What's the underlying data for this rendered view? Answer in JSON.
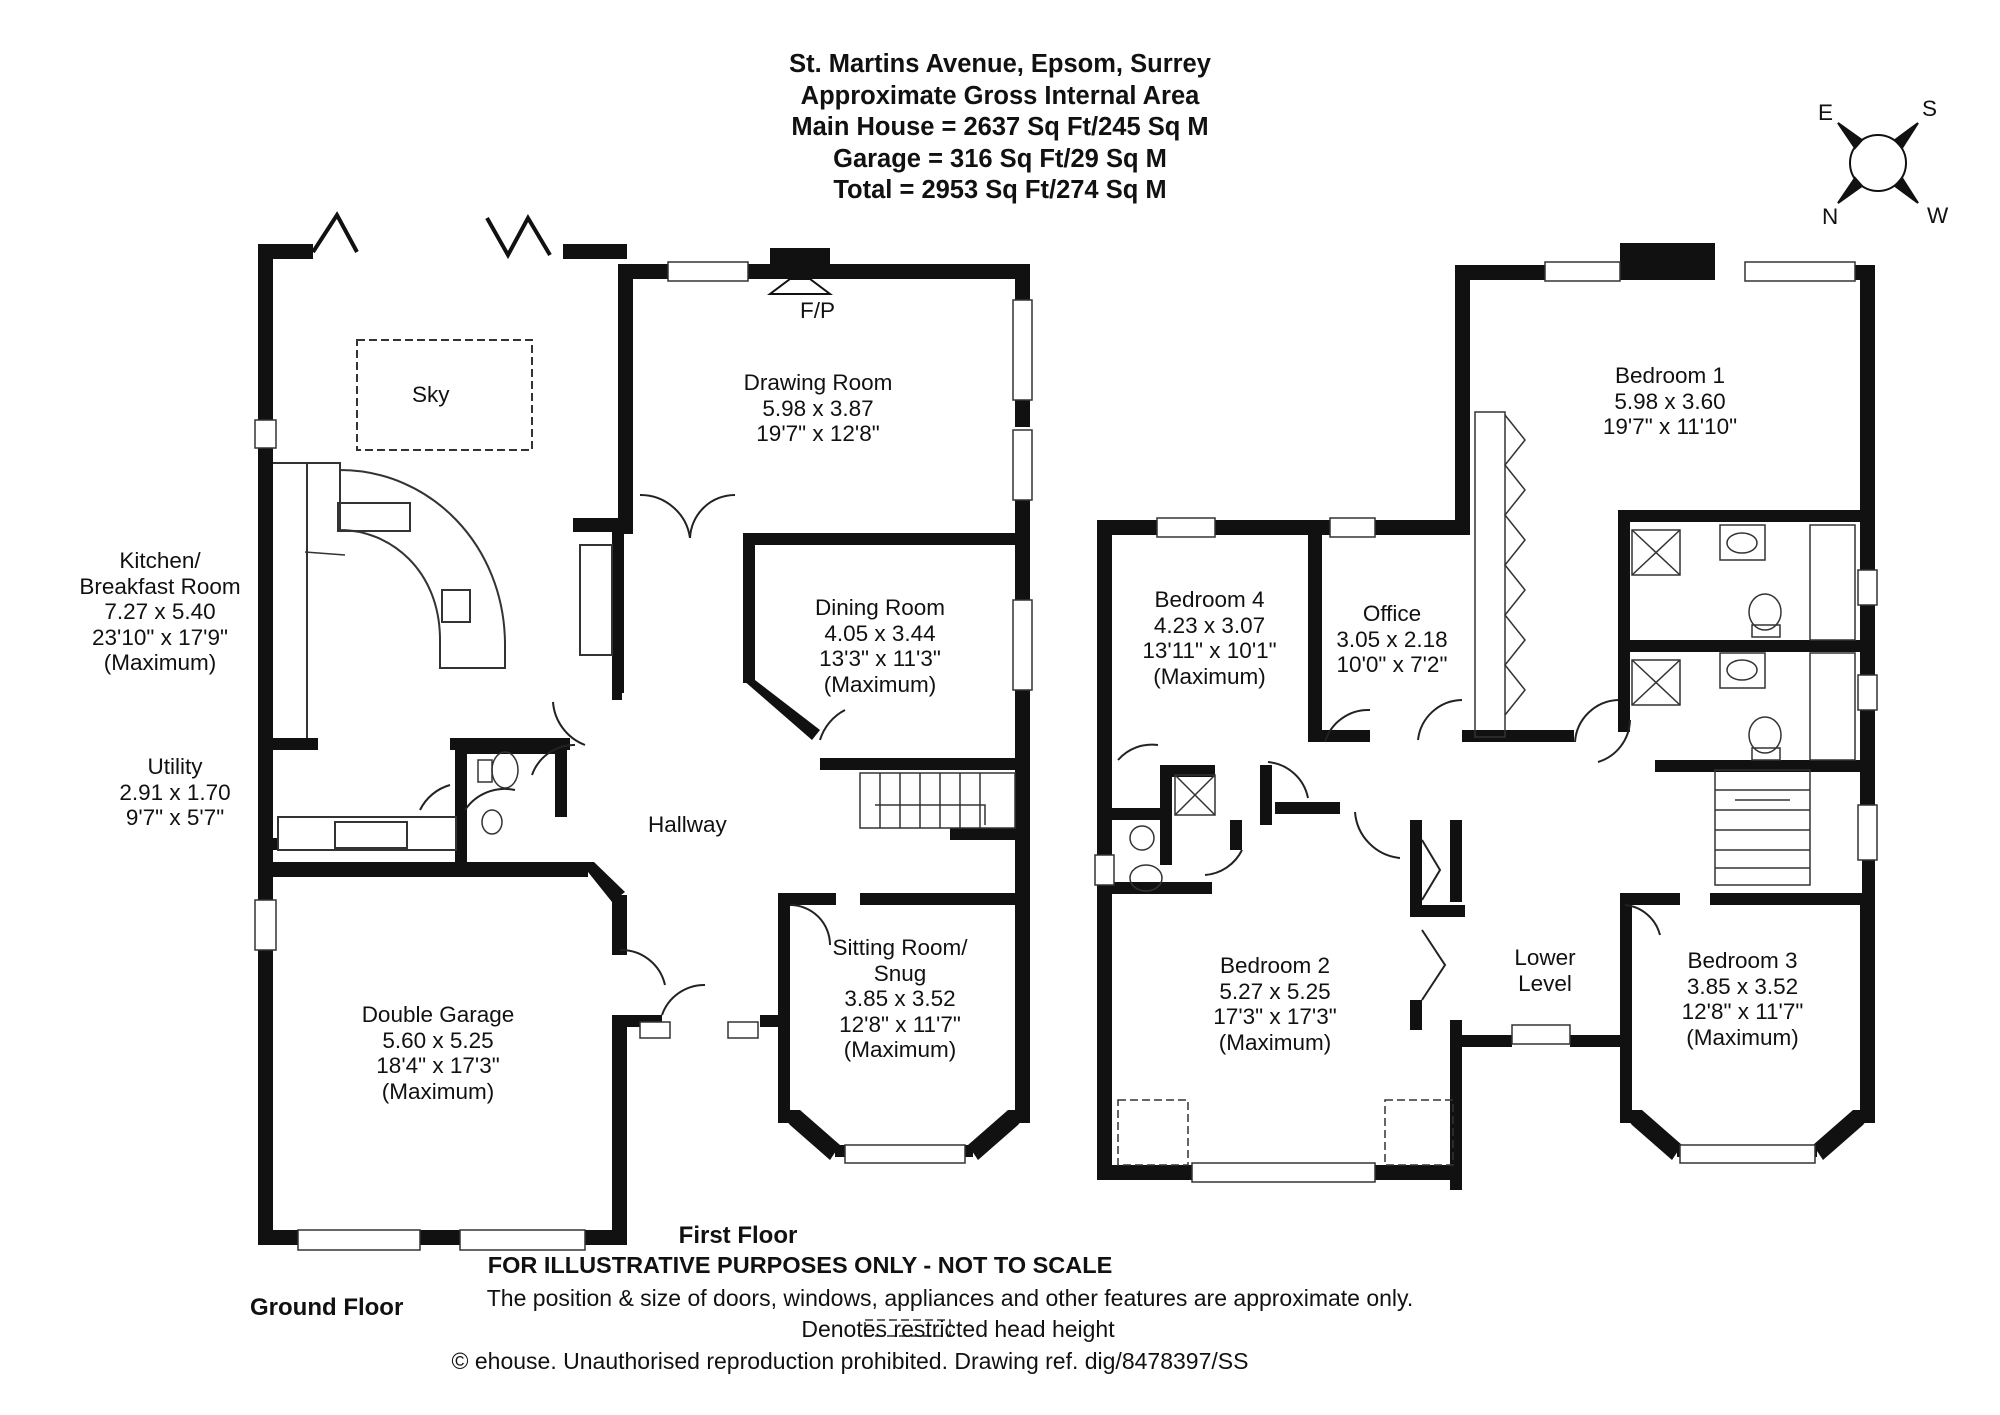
{
  "header": {
    "address": "St. Martins Avenue, Epsom, Surrey",
    "subtitle": "Approximate Gross Internal Area",
    "main_house": "Main House = 2637 Sq Ft/245 Sq M",
    "garage": "Garage = 316 Sq Ft/29 Sq M",
    "total": "Total = 2953 Sq Ft/274 Sq M"
  },
  "compass": {
    "e": "E",
    "s": "S",
    "n": "N",
    "w": "W"
  },
  "ground_floor": {
    "label": "Ground Floor",
    "sky": "Sky",
    "fp": "F/P",
    "hallway": "Hallway",
    "kitchen": {
      "name1": "Kitchen/",
      "name2": "Breakfast Room",
      "metric": "7.27 x 5.40",
      "imperial": "23'10\" x 17'9\"",
      "note": "(Maximum)"
    },
    "utility": {
      "name": "Utility",
      "metric": "2.91 x 1.70",
      "imperial": "9'7\" x 5'7\""
    },
    "drawing": {
      "name": "Drawing Room",
      "metric": "5.98 x 3.87",
      "imperial": "19'7\" x 12'8\""
    },
    "dining": {
      "name": "Dining Room",
      "metric": "4.05 x 3.44",
      "imperial": "13'3\" x 11'3\"",
      "note": "(Maximum)"
    },
    "sitting": {
      "name1": "Sitting Room/",
      "name2": "Snug",
      "metric": "3.85 x 3.52",
      "imperial": "12'8\" x 11'7\"",
      "note": "(Maximum)"
    },
    "garage": {
      "name": "Double Garage",
      "metric": "5.60 x 5.25",
      "imperial": "18'4\" x 17'3\"",
      "note": "(Maximum)"
    }
  },
  "first_floor": {
    "label": "First Floor",
    "bed1": {
      "name": "Bedroom 1",
      "metric": "5.98 x 3.60",
      "imperial": "19'7\" x 11'10\""
    },
    "bed4": {
      "name": "Bedroom 4",
      "metric": "4.23 x 3.07",
      "imperial": "13'11\" x 10'1\"",
      "note": "(Maximum)"
    },
    "office": {
      "name": "Office",
      "metric": "3.05 x 2.18",
      "imperial": "10'0\" x 7'2\""
    },
    "bed2": {
      "name": "Bedroom 2",
      "metric": "5.27 x 5.25",
      "imperial": "17'3\" x 17'3\"",
      "note": "(Maximum)"
    },
    "lower": {
      "name1": "Lower",
      "name2": "Level"
    },
    "bed3": {
      "name": "Bedroom 3",
      "metric": "3.85 x 3.52",
      "imperial": "12'8\" x 11'7\"",
      "note": "(Maximum)"
    }
  },
  "footer": {
    "disclaimer": "FOR ILLUSTRATIVE PURPOSES ONLY - NOT TO SCALE",
    "position": "The position & size of doors, windows, appliances and other features are approximate only.",
    "restricted": "Denotes restricted head height",
    "copyright": "© ehouse. Unauthorised reproduction prohibited. Drawing ref. dig/8478397/SS"
  },
  "colors": {
    "wall": "#111111",
    "line": "#333333",
    "background": "#ffffff"
  }
}
